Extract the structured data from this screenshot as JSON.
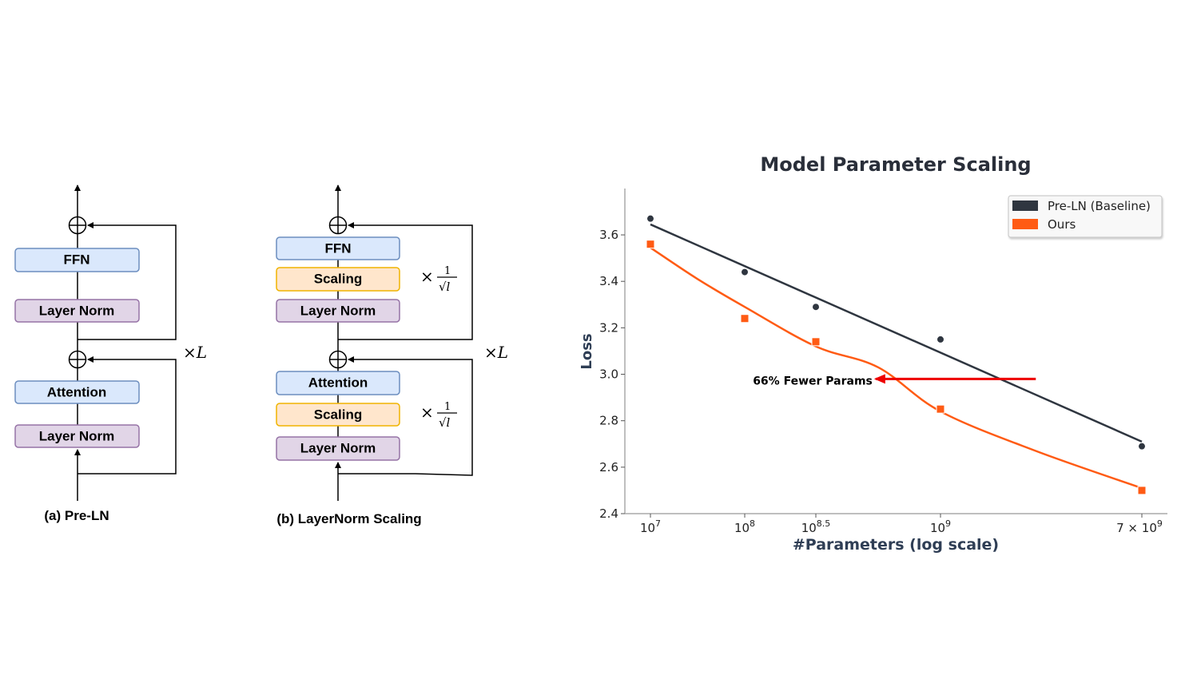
{
  "diagram": {
    "pre_ln": {
      "caption": "(a) Pre-LN",
      "blocks": [
        "FFN",
        "Layer Norm",
        "Attention",
        "Layer Norm"
      ],
      "repeat_label": "×L"
    },
    "ln_scaling": {
      "caption": "(b) LayerNorm Scaling",
      "blocks": [
        "FFN",
        "Scaling",
        "Layer Norm",
        "Attention",
        "Scaling",
        "Layer Norm"
      ],
      "scale_label_prefix": "×",
      "scale_numerator": "1",
      "scale_denominator": "√l",
      "repeat_label": "×L"
    },
    "colors": {
      "blue_fill": "#dae8fc",
      "blue_stroke": "#6c8ebf",
      "orange_fill": "#ffe6cc",
      "orange_stroke": "#f0b400",
      "purple_fill": "#e1d5e7",
      "purple_stroke": "#9673a6"
    }
  },
  "chart_data": {
    "type": "scatter",
    "title": "Model Parameter Scaling",
    "xlabel": "#Parameters (log scale)",
    "ylabel": "Loss",
    "x_ticks": [
      {
        "exp": 7,
        "base": "10",
        "sup": "7"
      },
      {
        "exp": 8,
        "base": "10",
        "sup": "8"
      },
      {
        "exp": 8.5,
        "base": "10",
        "sup": "8.5"
      },
      {
        "exp": 9,
        "base": "10",
        "sup": "9"
      },
      {
        "exp": 9.845,
        "base": "7 × 10",
        "sup": "9"
      }
    ],
    "y_ticks": [
      "2.4",
      "2.6",
      "2.8",
      "3.0",
      "3.2",
      "3.4",
      "3.6"
    ],
    "ylim": [
      2.4,
      3.75
    ],
    "legend_position": "top-right",
    "series": [
      {
        "name": "Pre-LN (Baseline)",
        "color": "#2f3640",
        "marker": "circle",
        "x_exp": [
          7,
          8,
          8.5,
          9,
          9.845
        ],
        "values": [
          3.67,
          3.44,
          3.29,
          3.15,
          2.69
        ],
        "fit": {
          "x_exp": [
            7,
            9.845
          ],
          "values": [
            3.645,
            2.71
          ]
        }
      },
      {
        "name": "Ours",
        "color": "#ff5b14",
        "marker": "square",
        "x_exp": [
          7,
          8,
          8.5,
          9,
          9.845
        ],
        "values": [
          3.56,
          3.24,
          3.14,
          2.85,
          2.5
        ],
        "fit": {
          "x_exp": [
            7,
            7.5,
            8,
            8.5,
            8.75,
            9,
            9.4,
            9.845
          ],
          "values": [
            3.545,
            3.41,
            3.29,
            3.12,
            3.03,
            2.84,
            2.67,
            2.51
          ]
        }
      }
    ],
    "annotation": {
      "text": "66% Fewer Params",
      "arrow_from_exp": 9.4,
      "arrow_to_exp": 8.74,
      "y": 2.98,
      "color": "#ee0000"
    }
  }
}
